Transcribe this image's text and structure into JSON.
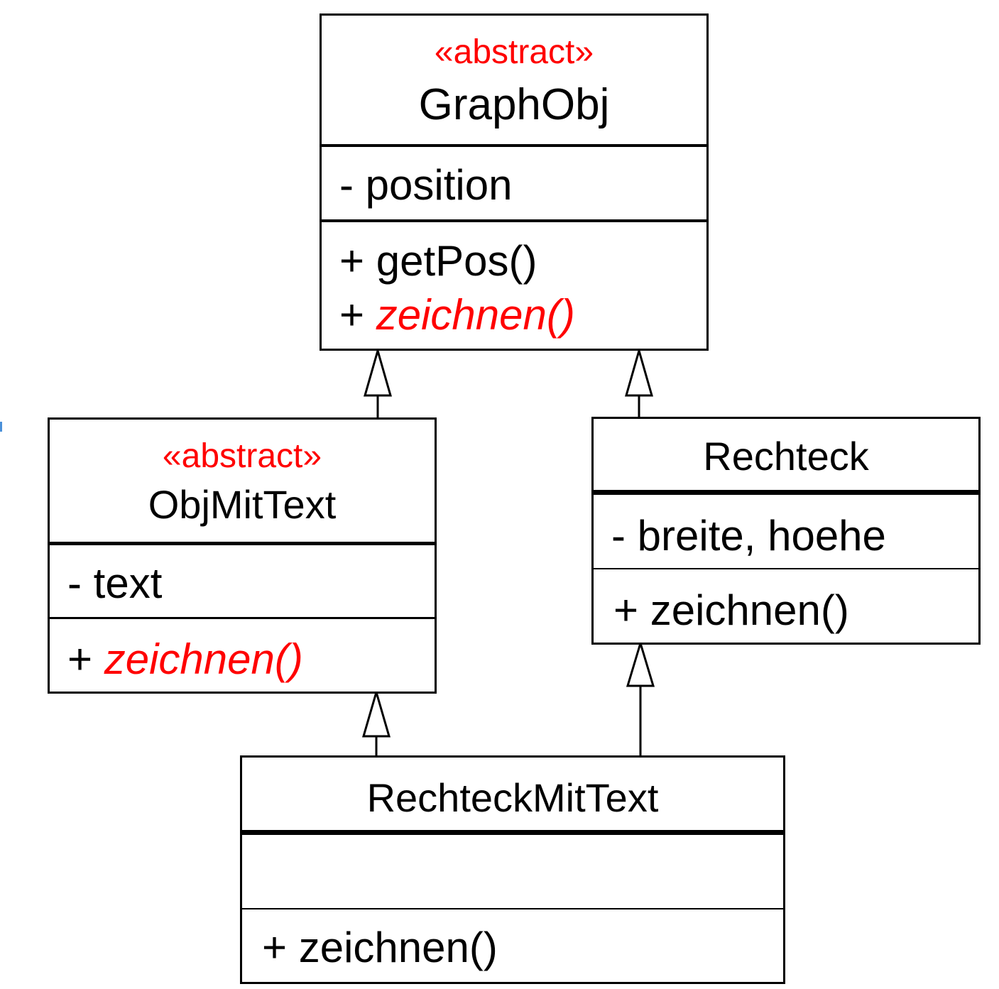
{
  "classes": {
    "graphobj": {
      "stereotype": "«abstract»",
      "name": "GraphObj",
      "attributes": [
        "- position"
      ],
      "operations": [
        {
          "visibility": "+",
          "name": "getPos()"
        },
        {
          "visibility": "+",
          "name": "zeichnen()"
        }
      ]
    },
    "objmittext": {
      "stereotype": "«abstract»",
      "name": "ObjMitText",
      "attributes": [
        "- text"
      ],
      "operations": [
        {
          "visibility": "+",
          "name": "zeichnen()"
        }
      ]
    },
    "rechteck": {
      "name": "Rechteck",
      "attributes": [
        "- breite, hoehe"
      ],
      "operations": [
        "+ zeichnen()"
      ]
    },
    "rechteckmittext": {
      "name": "RechteckMitText",
      "attributes": [],
      "operations": [
        "+ zeichnen()"
      ]
    }
  },
  "relations": [
    {
      "type": "generalization",
      "from": "ObjMitText",
      "to": "GraphObj"
    },
    {
      "type": "generalization",
      "from": "Rechteck",
      "to": "GraphObj"
    },
    {
      "type": "generalization",
      "from": "RechteckMitText",
      "to": "ObjMitText"
    },
    {
      "type": "generalization",
      "from": "RechteckMitText",
      "to": "Rechteck"
    }
  ],
  "colors": {
    "abstract": "#ff0000",
    "line": "#000000",
    "background": "#ffffff"
  }
}
